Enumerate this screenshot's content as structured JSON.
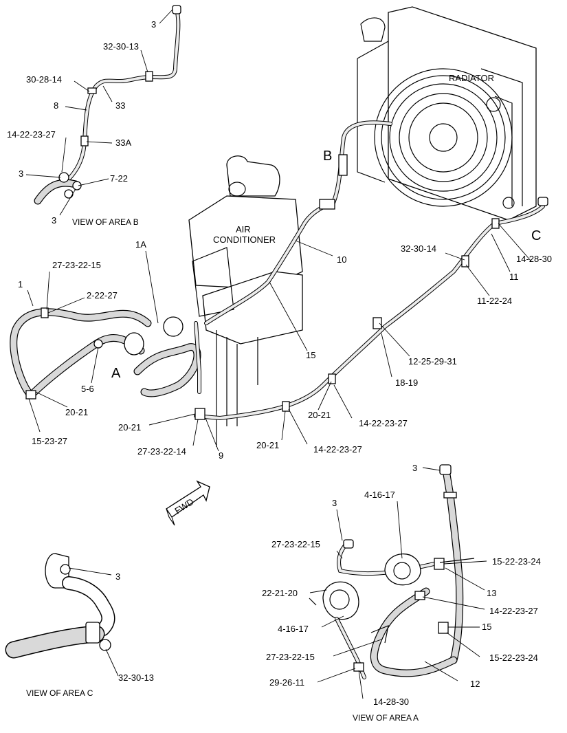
{
  "callouts": {
    "b_3_top": "3",
    "b_32_30_13": "32-30-13",
    "b_30_28_14": "30-28-14",
    "b_33": "33",
    "b_8": "8",
    "b_14_22_23_27": "14-22-23-27",
    "b_33a": "33A",
    "b_3_mid": "3",
    "b_7_22": "7-22",
    "b_3_bot": "3",
    "m_1a": "1A",
    "m_27_23_22_15": "27-23-22-15",
    "m_1": "1",
    "m_2_22_27": "2-22-27",
    "m_5_6": "5-6",
    "m_20_21_left": "20-21",
    "m_15_23_27": "15-23-27",
    "m_10": "10",
    "m_15": "15",
    "m_32_30_14": "32-30-14",
    "m_14_28_30": "14-28-30",
    "m_11": "11",
    "m_11_22_24": "11-22-24",
    "m_12_25_29_31": "12-25-29-31",
    "m_18_19": "18-19",
    "m_20_21_mid": "20-21",
    "m_14_22_23_27_mid": "14-22-23-27",
    "m_20_21_low": "20-21",
    "m_14_22_23_27_low": "14-22-23-27",
    "m_20_21_bottom": "20-21",
    "m_27_23_22_14": "27-23-22-14",
    "m_9": "9",
    "c_3": "3",
    "c_32_30_13": "32-30-13",
    "a_3_top": "3",
    "a_3": "3",
    "a_4_16_17_top": "4-16-17",
    "a_27_23_22_15_top": "27-23-22-15",
    "a_15_22_23_24_top": "15-22-23-24",
    "a_13": "13",
    "a_22_21_20": "22-21-20",
    "a_14_22_23_27": "14-22-23-27",
    "a_4_16_17_bot": "4-16-17",
    "a_15": "15",
    "a_27_23_22_15_bot": "27-23-22-15",
    "a_15_22_23_24_bot": "15-22-23-24",
    "a_29_26_11": "29-26-11",
    "a_12": "12",
    "a_14_28_30": "14-28-30"
  },
  "area_letters": {
    "a": "A",
    "b": "B",
    "c": "C"
  },
  "components": {
    "radiator": "RADIATOR",
    "air_conditioner_line1": "AIR",
    "air_conditioner_line2": "CONDITIONER"
  },
  "direction_arrow": "FWD",
  "view_captions": {
    "area_b": "VIEW OF AREA  B",
    "area_c": "VIEW OF AREA  C",
    "area_a": "VIEW OF AREA  A"
  },
  "colors": {
    "line": "#000000",
    "background": "#ffffff",
    "hose_fill": "#d9d9d9"
  }
}
